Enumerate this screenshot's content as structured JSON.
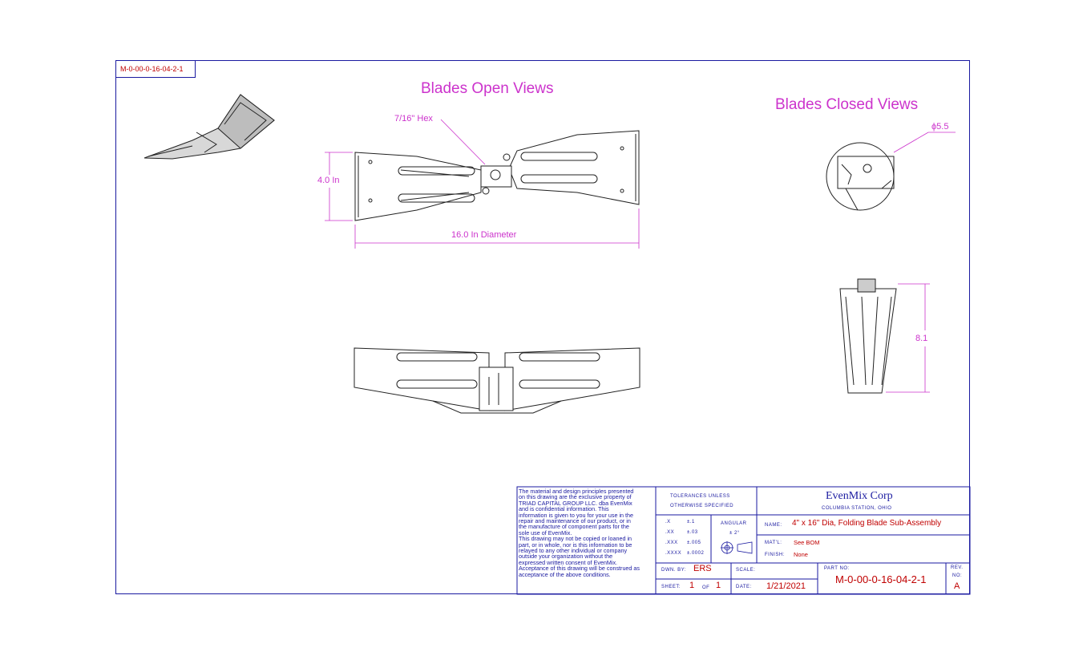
{
  "drawing_id_tag": "M-0-00-0-16-04-2-1",
  "views": {
    "open_title": "Blades Open Views",
    "closed_title": "Blades Closed Views"
  },
  "dimensions": {
    "hex": "7/16\" Hex",
    "height_open": "4.0 In",
    "diameter_open": "16.0 In Diameter",
    "diameter_closed": "ϕ5.5",
    "height_closed": "8.1"
  },
  "title_block": {
    "disclaimer": "The material and design principles presented\non this drawing are the exclusive property of\nTRIAD CAPITAL GROUP LLC. dba EvenMix\nand is confidential information. This\ninformation is given to you for your use in the\nrepair and maintenance of our product, or in\nthe manufacture of component parts for the\nsole use of EvenMix.\nThis drawing may not be copied or loaned in\npart, or in whole, nor is this information to be\nrelayed to any other individual or company\noutside your organization without the\nexpressed written consent of EvenMix.\nAcceptance of this drawing will be construed as\nacceptance of the above conditions.",
    "tolerances_line1": "TOLERANCES UNLESS",
    "tolerances_line2": "OTHERWISE SPECIFIED",
    "tol_rows": [
      {
        "place": ".X",
        "value": "±.1"
      },
      {
        "place": ".XX",
        "value": "±.03"
      },
      {
        "place": ".XXX",
        "value": "±.005"
      },
      {
        "place": ".XXXX",
        "value": "±.0002"
      }
    ],
    "angular_label": "ANGULAR",
    "angular_value": "± 2°",
    "company": "EvenMix Corp",
    "location": "COLUMBIA STATION, OHIO",
    "name_label": "NAME:",
    "name_value": "4\" x 16\" Dia, Folding Blade Sub-Assembly",
    "matl_label": "MAT'L:",
    "matl_value": "See BOM",
    "finish_label": "FINISH:",
    "finish_value": "None",
    "dwn_by_label": "DWN. BY:",
    "dwn_by_value": "ERS",
    "scale_label": "SCALE:",
    "scale_value": "",
    "part_no_label": "PART NO:",
    "part_no_value": "M-0-00-0-16-04-2-1",
    "rev_label_1": "REV.",
    "rev_label_2": "NO:",
    "rev_value": "A",
    "sheet_label": "SHEET:",
    "sheet_value": "1",
    "of_label": "OF",
    "sheet_total": "1",
    "date_label": "DATE:",
    "date_value": "1/21/2021"
  },
  "colors": {
    "border": "#1a1aa0",
    "dimension": "#cc33cc",
    "value_red": "#c00000"
  }
}
